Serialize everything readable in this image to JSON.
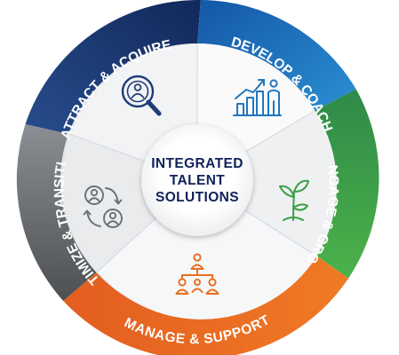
{
  "center": {
    "line1": "INTEGRATED",
    "line2": "TALENT",
    "line3": "SOLUTIONS"
  },
  "segments": [
    {
      "id": "attract",
      "label": "ATTRACT & ACQUIRE",
      "color": "#1d3f7a",
      "icon": "magnifier-person-icon"
    },
    {
      "id": "develop",
      "label": "DEVELOP & COACH",
      "color": "#1f6fb7",
      "icon": "growth-chart-person-icon"
    },
    {
      "id": "engage",
      "label": "ENGAGE & GROW",
      "color": "#3fa447",
      "icon": "sprout-icon"
    },
    {
      "id": "manage",
      "label": "MANAGE & SUPPORT",
      "color": "#ec6f23",
      "icon": "org-chart-icon"
    },
    {
      "id": "optimize",
      "label": "OPTIMIZE & TRANSITION",
      "color": "#6f7378",
      "icon": "people-cycle-icon"
    }
  ]
}
